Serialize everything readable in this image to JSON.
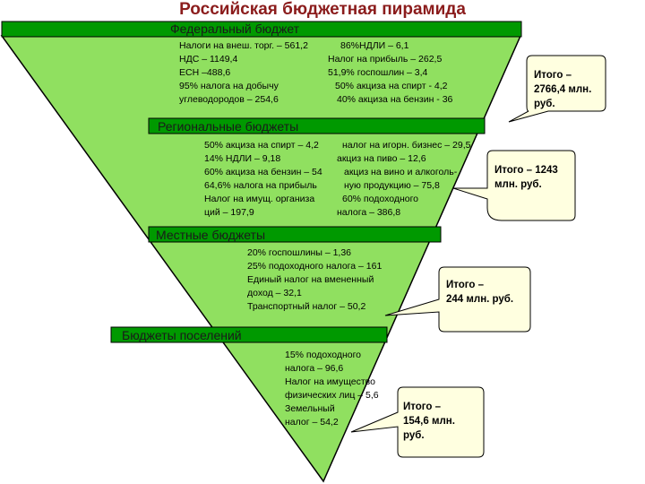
{
  "title": "Российская бюджетная пирамида",
  "colors": {
    "pyramid": "#90e060",
    "band": "#009900",
    "outline": "#000000",
    "title": "#8b1c1c",
    "callout": "#ffffe0"
  },
  "federal": {
    "label": "Федеральный бюджет",
    "left_items": [
      "Налоги на внеш. торг. – 561,2",
      "НДС – 1149,4",
      "ЕСН –488,6",
      "95% налога на добычу",
      "углеводородов – 254,6"
    ],
    "right_items": [
      "86%НДЛИ – 6,1",
      "Налог на прибыль – 262,5",
      "51,9% госпошлин – 3,4",
      "50% акциза на спирт - 4,2",
      "40% акциза на бензин - 36"
    ],
    "total": [
      "Итого –",
      "2766,4 млн.",
      "руб."
    ]
  },
  "regional": {
    "label": "Региональные бюджеты",
    "left_items": [
      "50% акциза на спирт – 4,2",
      "14% НДЛИ – 9,18",
      "60% акциза на бензин – 54",
      "64,6% налога на прибыль",
      "Налог на имущ. организа",
      "ций – 197,9"
    ],
    "right_items": [
      "налог на игорн. бизнес – 29,5",
      "акциз на пиво – 12,6",
      "акциз на вино и алкоголь-",
      "ную продукцию – 75,8",
      "60% подоходного",
      "налога – 386,8"
    ],
    "total": [
      "Итого – 1243",
      "млн. руб."
    ]
  },
  "local": {
    "label": "Местные бюджеты",
    "items": [
      "20% госпошлины – 1,36",
      "25% подоходного налога – 161",
      "Единый налог на вмененный",
      "доход – 32,1",
      "Транспортный налог – 50,2"
    ],
    "total": [
      "Итого –",
      "244 млн. руб."
    ]
  },
  "settlements": {
    "label": "Бюджеты поселений",
    "items": [
      "15% подоходного",
      "налога – 96,6",
      "Налог на имущество",
      "физических лиц – 5,6",
      "Земельный",
      "налог – 54,2"
    ],
    "total": [
      "Итого –",
      "154,6 млн.",
      "руб."
    ]
  }
}
